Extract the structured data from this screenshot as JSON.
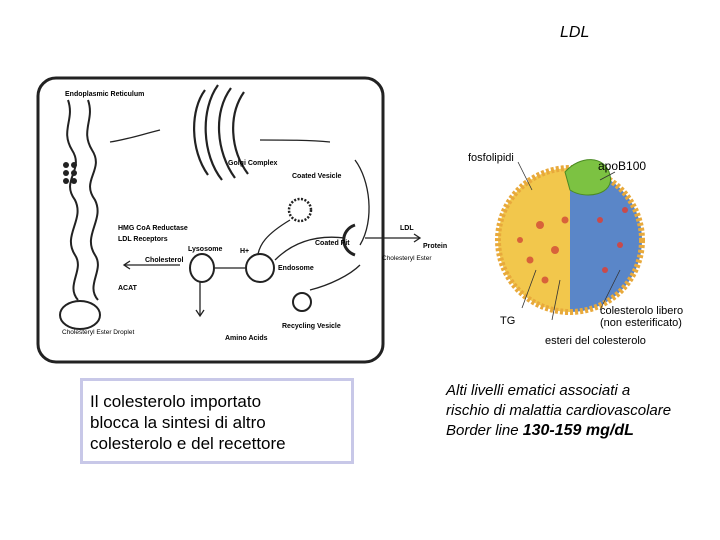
{
  "title": "LDL",
  "cell": {
    "er": "Endoplasmic Reticulum",
    "golgi": "Golgi Complex",
    "coated_vesicle": "Coated Vesicle",
    "hmg": "HMG CoA Reductase",
    "ldl_receptors": "LDL Receptors",
    "lysosome": "Lysosome",
    "h_plus": "H+",
    "coated_pit": "Coated Pit",
    "endosome": "Endosome",
    "cholesterol": "Cholesterol",
    "acat": "ACAT",
    "droplet": "Cholesteryl Ester Droplet",
    "amino_acids": "Amino Acids",
    "recycling": "Recycling Vesicle",
    "ldl": "LDL",
    "protein": "Protein",
    "ester": "Cholesteryl Ester"
  },
  "particle": {
    "phospholipids": "fosfolipidi",
    "apob": "apoB100",
    "tg": "TG",
    "free_chol": "colesterolo libero (non esterificato)",
    "esters": "esteri del colesterolo"
  },
  "summary": {
    "line1": "Il colesterolo importato",
    "line2": "blocca la sintesi di altro",
    "line3": "colesterolo e del recettore"
  },
  "risk": {
    "line1": "Alti livelli ematici associati a",
    "line2": "rischio di malattia cardiovascolare",
    "border_prefix": "Border line ",
    "border_value": "130-159 mg/dL"
  }
}
